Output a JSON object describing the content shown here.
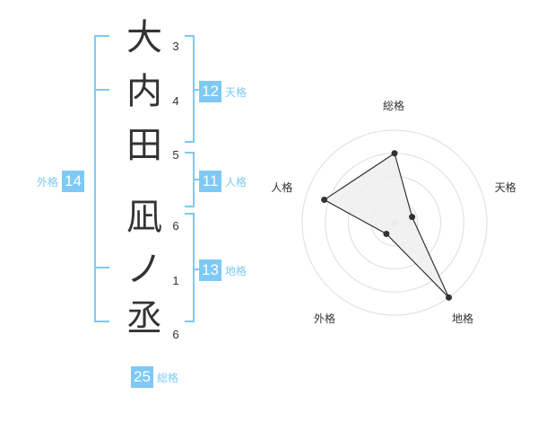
{
  "name": {
    "chars": [
      {
        "char": "大",
        "strokes": "3"
      },
      {
        "char": "内",
        "strokes": "4"
      },
      {
        "char": "田",
        "strokes": "5"
      },
      {
        "char": "凪",
        "strokes": "6"
      },
      {
        "char": "ノ",
        "strokes": "1"
      },
      {
        "char": "丞",
        "strokes": "6"
      }
    ]
  },
  "fortunes": {
    "tenkaku": {
      "value": "12",
      "label": "天格"
    },
    "jinkaku": {
      "value": "11",
      "label": "人格"
    },
    "chikaku": {
      "value": "13",
      "label": "地格"
    },
    "gaikaku": {
      "value": "14",
      "label": "外格"
    },
    "soukaku": {
      "value": "25",
      "label": "総格"
    }
  },
  "colors": {
    "accent": "#7ec9f5",
    "text": "#333333",
    "grid": "#dddddd",
    "fill": "#eeeeee"
  },
  "chart_data": {
    "type": "radar",
    "axes": [
      "総格",
      "天格",
      "地格",
      "外格",
      "人格"
    ],
    "values": [
      0.75,
      0.2,
      1.0,
      0.15,
      0.8
    ],
    "max": 1.0,
    "rings": 4
  }
}
